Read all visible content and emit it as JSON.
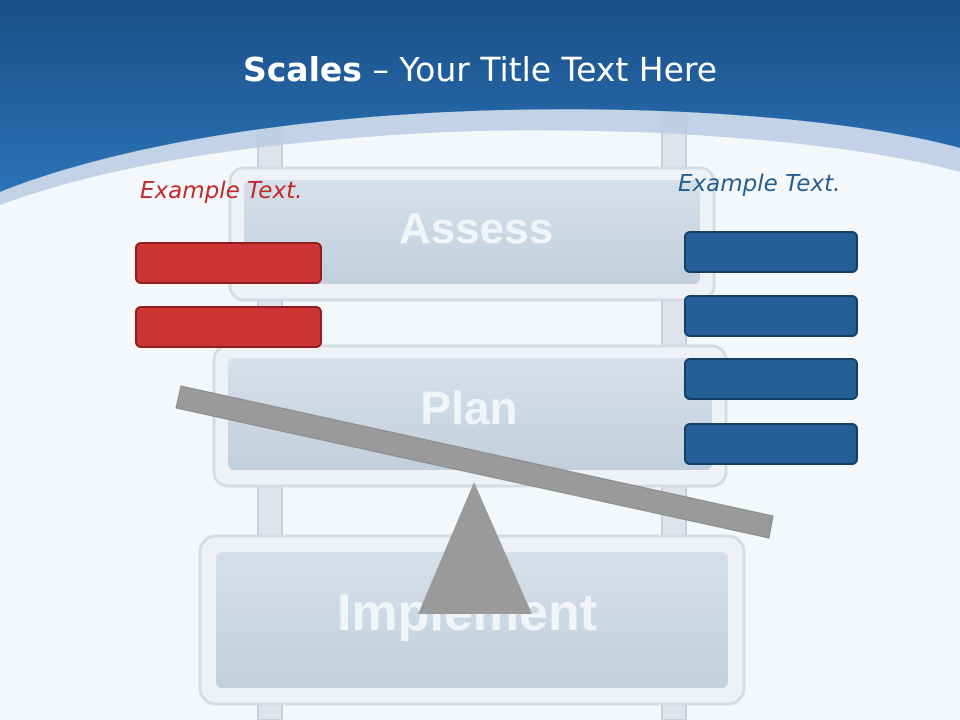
{
  "header": {
    "title_bold": "Scales",
    "title_rest": " – Your Title Text Here"
  },
  "left_panel": {
    "label": "Example Text.",
    "bar_color": "#cc3333",
    "bar_count": 2
  },
  "right_panel": {
    "label": "Example Text.",
    "bar_color": "#245f95",
    "bar_count": 4
  },
  "signs": {
    "top": "Assess",
    "middle": "Plan",
    "bottom": "Implement"
  },
  "colors": {
    "header_blue": "#1f5f9e",
    "background": "#f4f8fb",
    "beam_gray": "#9a9a9a"
  }
}
